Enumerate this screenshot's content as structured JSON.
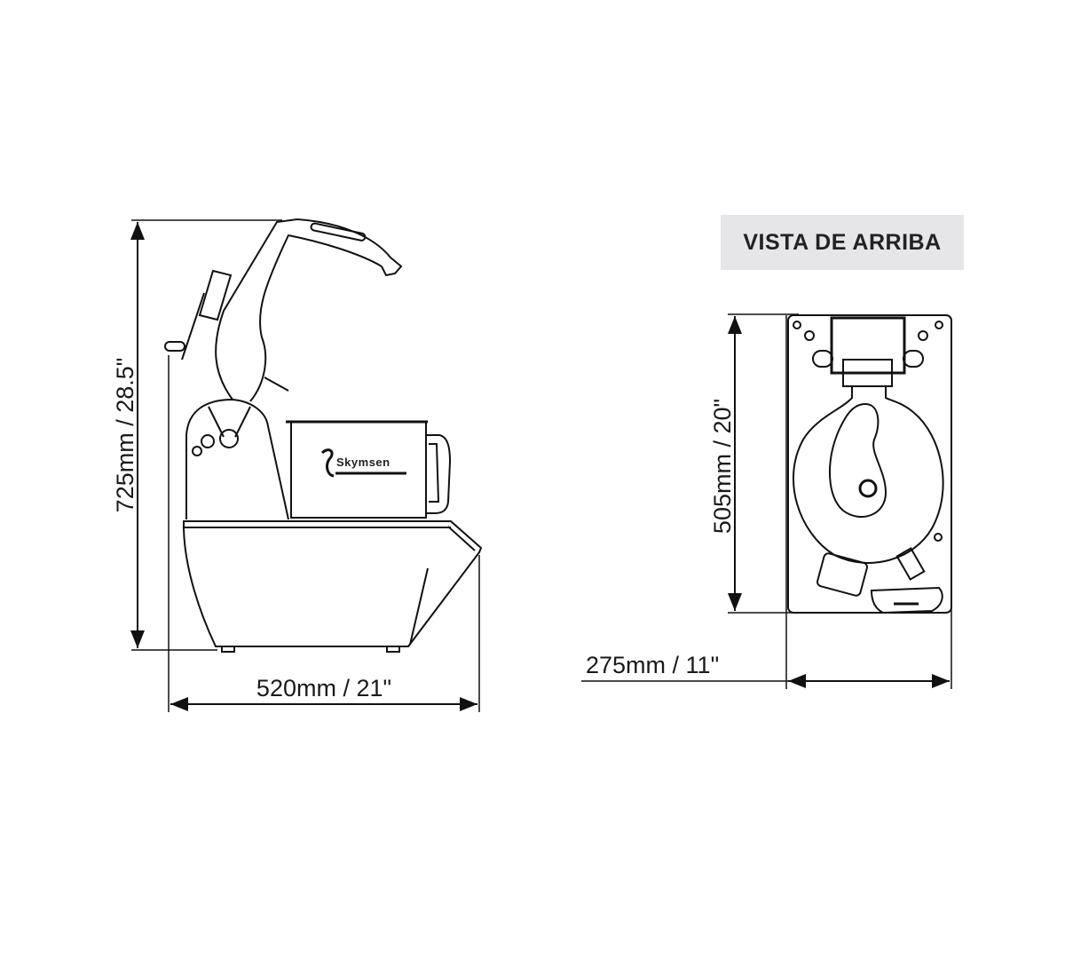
{
  "side_view": {
    "height_label": "725mm / 28.5\"",
    "width_label": "520mm / 21\""
  },
  "top_view": {
    "title": "VISTA DE ARRIBA",
    "depth_label": "505mm / 20\"",
    "width_label": "275mm / 11\""
  },
  "brand_logo_text": "Skymsen"
}
